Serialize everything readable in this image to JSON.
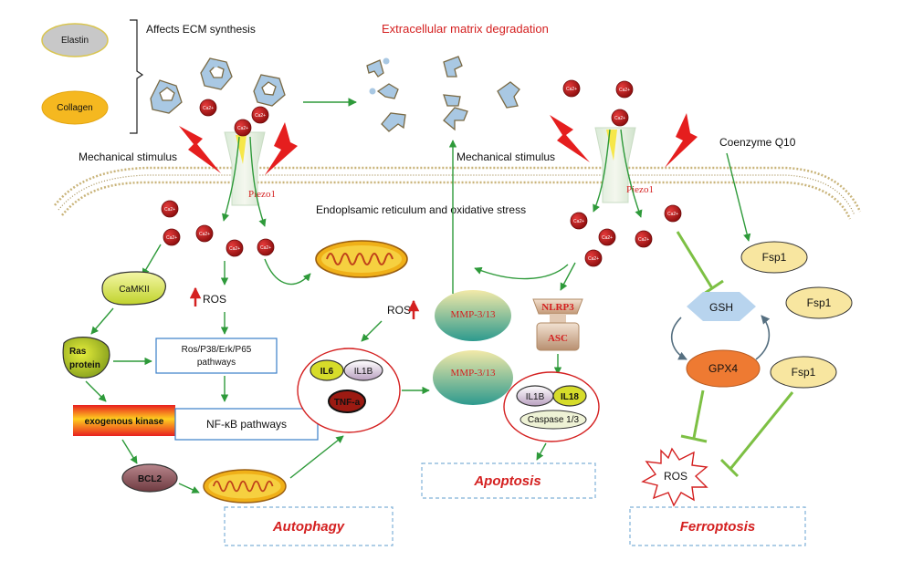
{
  "legend": {
    "elastin": "Elastin",
    "collagen": "Collagen"
  },
  "labels": {
    "ecm_synthesis": "Affects ECM synthesis",
    "ecm_degradation": "Extracellular matrix degradation",
    "mech_left": "Mechanical stimulus",
    "mech_mid": "Mechanical stimulus",
    "piezo_left": "Piezo1",
    "piezo_right": "Piezo1",
    "er_stress": "Endoplsamic reticulum and oxidative stress",
    "coenzyme": "Coenzyme Q10",
    "ca": "Ca2+",
    "camkii": "CaMKII",
    "ras_line1": "Ras",
    "ras_line2": "protein",
    "ros_left": "ROS",
    "pathway_line1": "Ros/P38/Erk/P65",
    "pathway_line2": "pathways",
    "exo_kinase": "exogenous kinase",
    "nfkb": "NF-κB pathways",
    "bcl2": "BCL2",
    "ros_mid": "ROS",
    "il6": "IL6",
    "il1b_a": "IL1B",
    "tnf": "TNF-a",
    "mmp_upper": "MMP-3/13",
    "mmp_lower": "MMP-3/13",
    "nlrp3": "NLRP3",
    "asc": "ASC",
    "il1b_b": "IL1B",
    "il18": "IL18",
    "caspase": "Caspase 1/3",
    "fsp1_a": "Fsp1",
    "fsp1_b": "Fsp1",
    "fsp1_c": "Fsp1",
    "gsh": "GSH",
    "gpx4": "GPX4",
    "ros_burst": "ROS",
    "autophagy": "Autophagy",
    "apoptosis": "Apoptosis",
    "ferroptosis": "Ferroptosis"
  },
  "colors": {
    "arrow_green": "#2e9a3a",
    "red_text": "#d42020",
    "ca_ion": "#c41a1a",
    "fragment_blue": "#a9c8e3",
    "collagen": "#f5b820",
    "elastin": "#c8c8c8",
    "gpx4": "#ee7a32",
    "gsh": "#b8d4ee",
    "fsp1": "#f8e6a0"
  }
}
